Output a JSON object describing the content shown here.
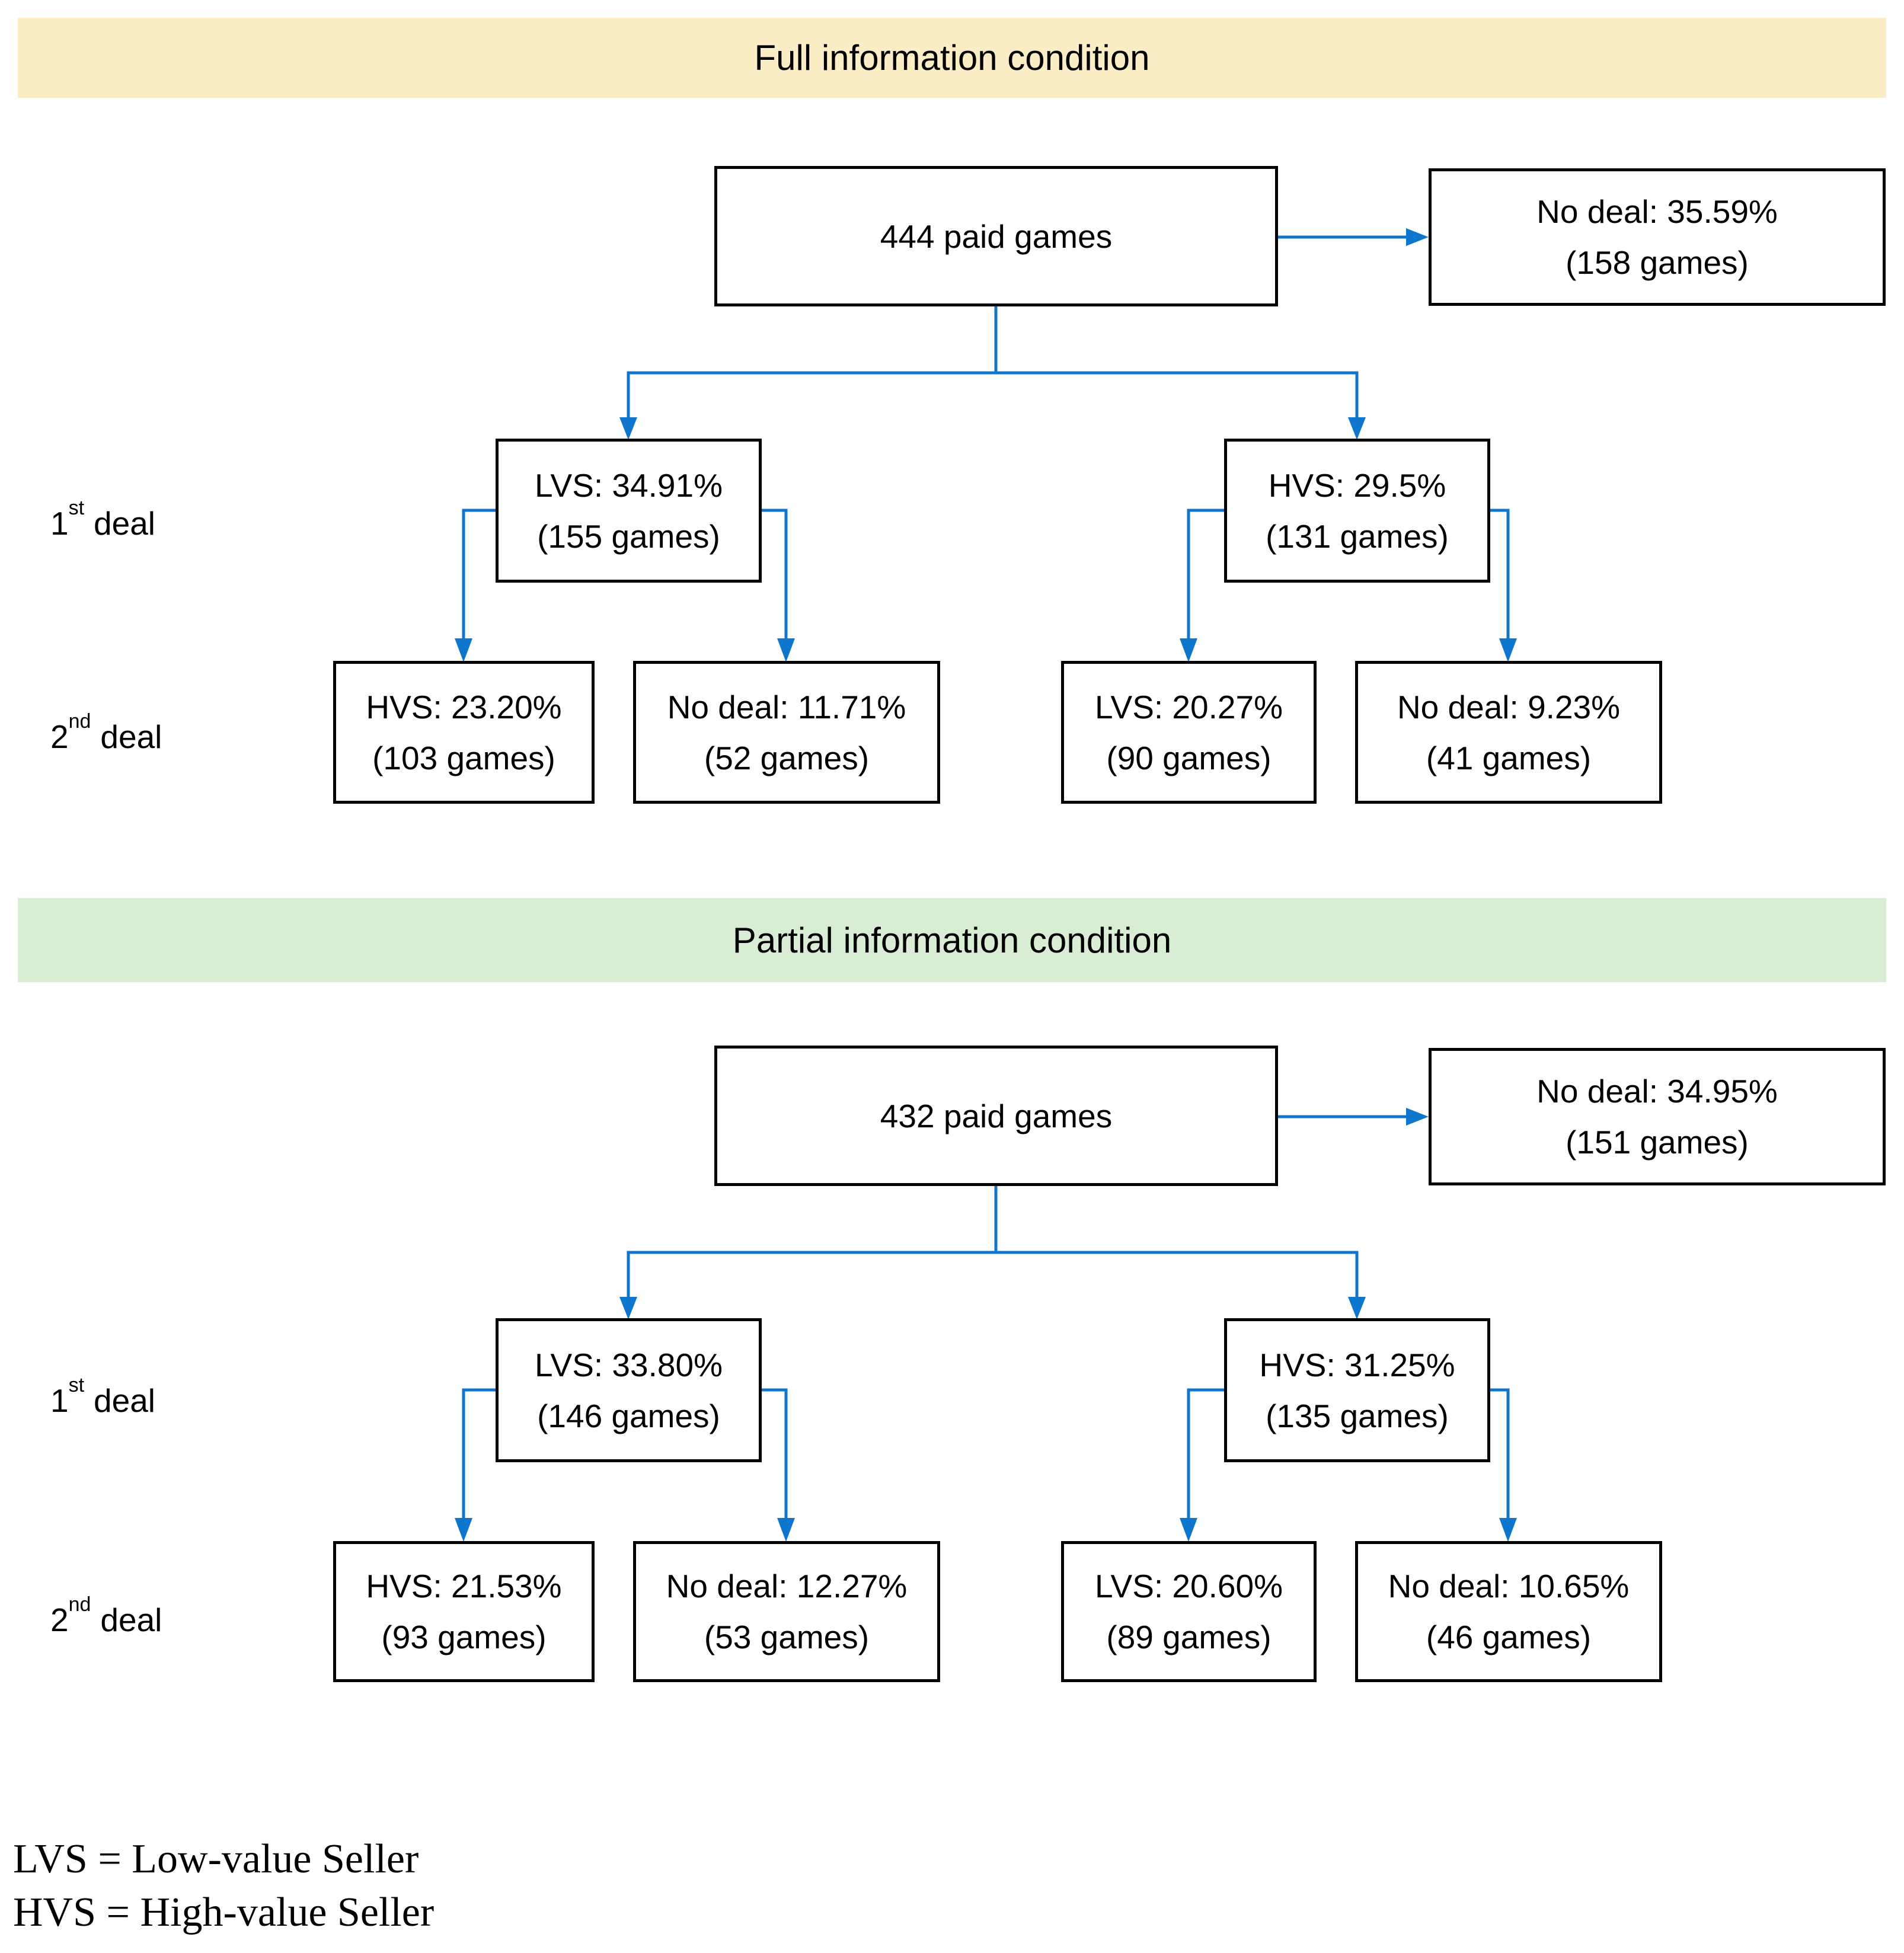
{
  "colors": {
    "connector_blue": "#0E76CC",
    "full_banner_bg": "#FBEDC6",
    "partial_banner_bg": "#D8EDD3",
    "box_border": "#000000",
    "text": "#000000",
    "background": "#FFFFFF"
  },
  "row_labels": {
    "first": {
      "num": "1",
      "sup": "st",
      "rest": "deal"
    },
    "second": {
      "num": "2",
      "sup": "nd",
      "rest": "deal"
    }
  },
  "trees": {
    "full": {
      "title": "Full information condition",
      "root": {
        "text": "444 paid games"
      },
      "no_deal": {
        "line1": "No deal: 35.59%",
        "line2": "(158 games)"
      },
      "first_deal": {
        "lvs": {
          "line1": "LVS: 34.91%",
          "line2": "(155 games)"
        },
        "hvs": {
          "line1": "HVS: 29.5%",
          "line2": "(131 games)"
        }
      },
      "second_deal": {
        "hvs": {
          "line1": "HVS: 23.20%",
          "line2": "(103 games)"
        },
        "no_deal_left": {
          "line1": "No deal: 11.71%",
          "line2": "(52 games)"
        },
        "lvs": {
          "line1": "LVS: 20.27%",
          "line2": "(90 games)"
        },
        "no_deal_right": {
          "line1": "No deal: 9.23%",
          "line2": "(41 games)"
        }
      }
    },
    "partial": {
      "title": "Partial information condition",
      "root": {
        "text": "432 paid games"
      },
      "no_deal": {
        "line1": "No deal: 34.95%",
        "line2": "(151 games)"
      },
      "first_deal": {
        "lvs": {
          "line1": "LVS: 33.80%",
          "line2": "(146 games)"
        },
        "hvs": {
          "line1": "HVS: 31.25%",
          "line2": "(135 games)"
        }
      },
      "second_deal": {
        "hvs": {
          "line1": "HVS: 21.53%",
          "line2": "(93 games)"
        },
        "no_deal_left": {
          "line1": "No deal: 12.27%",
          "line2": "(53 games)"
        },
        "lvs": {
          "line1": "LVS: 20.60%",
          "line2": "(89 games)"
        },
        "no_deal_right": {
          "line1": "No deal: 10.65%",
          "line2": "(46 games)"
        }
      }
    }
  },
  "legend": {
    "lines": [
      "LVS = Low-value Seller",
      "HVS = High-value Seller"
    ]
  }
}
